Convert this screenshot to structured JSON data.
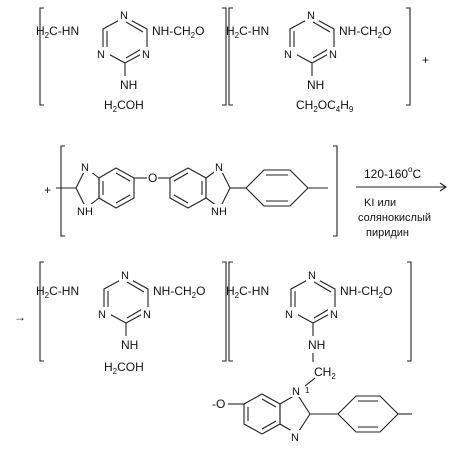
{
  "scheme": {
    "row1": {
      "unitA": {
        "left": "H",
        "left_sub": "2",
        "left_tail": "C-HN",
        "right": "NH-CH",
        "right_sub": "2",
        "right_tail": "O",
        "pendant_nh": "NH",
        "pendant": "H",
        "pendant_sub": "2",
        "pendant_tail": "COH",
        "ring_n": "N"
      },
      "unitB": {
        "left": "H",
        "left_sub": "2",
        "left_tail": "C-HN",
        "right": "NH-CH",
        "right_sub": "2",
        "right_tail": "O",
        "pendant_nh": "NH",
        "pendant": "CH",
        "pendant_sub": "2",
        "pendant_mid": "OC",
        "pendant_sub2": "4",
        "pendant_tail": "H",
        "pendant_sub3": "9",
        "ring_n": "N"
      },
      "plus": "+"
    },
    "row2": {
      "plus": "+",
      "oxygen": "O",
      "ring_n": "N",
      "nh": "NH",
      "conditions_top": "120-160",
      "degree": "o",
      "unit_c": "C",
      "conditions_bottom1": "KI или",
      "conditions_bottom2": "солянокислый",
      "conditions_bottom3": "пиридин"
    },
    "row3": {
      "arrow": "→",
      "unitA": {
        "left": "H",
        "left_sub": "2",
        "left_tail": "C-HN",
        "right": "NH-CH",
        "right_sub": "2",
        "right_tail": "O",
        "pendant_nh": "NH",
        "pendant": "H",
        "pendant_sub": "2",
        "pendant_tail": "COH",
        "ring_n": "N"
      },
      "unitB": {
        "left": "H",
        "left_sub": "2",
        "left_tail": "C-HN",
        "right": "NH-CH",
        "right_sub": "2",
        "right_tail": "O",
        "pendant_nh": "NH",
        "ch2": "CH",
        "ch2_sub": "2",
        "ring_n": "N",
        "o_end": "-O",
        "n1": "1"
      }
    }
  }
}
